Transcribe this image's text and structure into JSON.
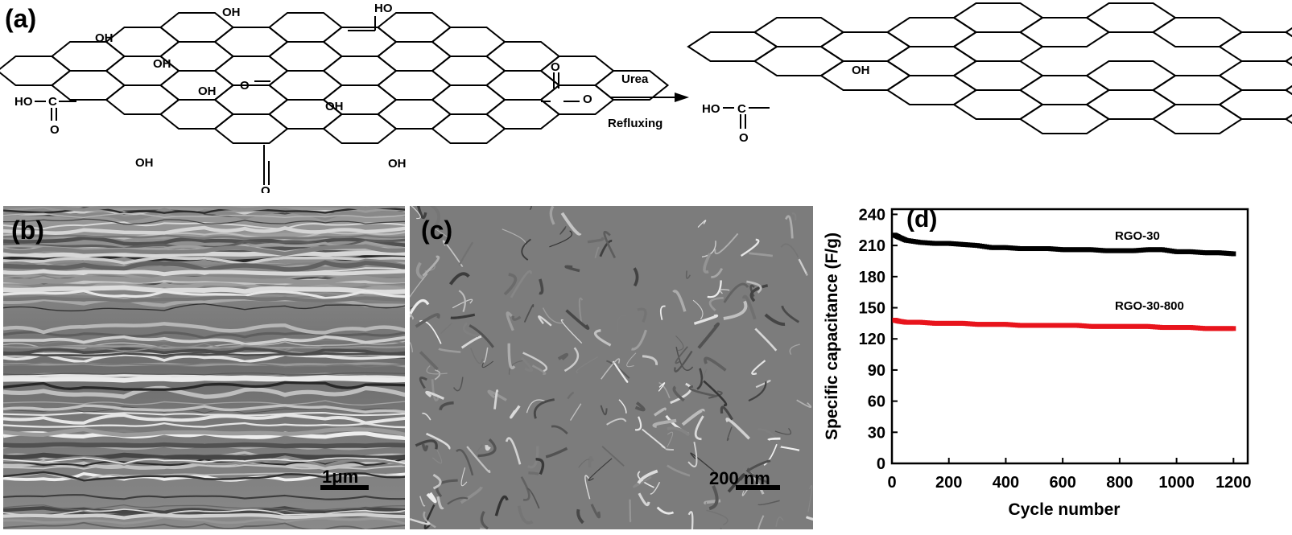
{
  "panels": {
    "a": {
      "label": "(a)"
    },
    "b": {
      "label": "(b)",
      "scale_bar": "1μm"
    },
    "c": {
      "label": "(c)",
      "scale_bar": "200 nm"
    },
    "d": {
      "label": "(d)"
    }
  },
  "scheme": {
    "arrow_top": "Urea",
    "arrow_bottom": "Refluxing",
    "go_groups": {
      "oh": "OH",
      "ho": "HO",
      "ho_c": "HO",
      "c": "C",
      "o": "O"
    },
    "rgo_groups": {
      "oh": "OH",
      "ho": "HO",
      "c": "C",
      "o": "O"
    }
  },
  "chart_data": {
    "type": "scatter",
    "xlabel": "Cycle number",
    "ylabel": "Specific capacitance (F/g)",
    "xlim": [
      0,
      1250
    ],
    "ylim": [
      0,
      245
    ],
    "xticks": [
      0,
      200,
      400,
      600,
      800,
      1000,
      1200
    ],
    "yticks": [
      0,
      30,
      60,
      90,
      120,
      150,
      180,
      210,
      240
    ],
    "series": [
      {
        "name": "RGO-30",
        "color": "#000000",
        "x": [
          10,
          25,
          50,
          100,
          150,
          200,
          250,
          300,
          350,
          400,
          450,
          500,
          550,
          600,
          650,
          700,
          750,
          800,
          850,
          900,
          950,
          1000,
          1050,
          1100,
          1150,
          1200
        ],
        "y": [
          220,
          218,
          215,
          213,
          212,
          212,
          211,
          210,
          208,
          208,
          207,
          207,
          207,
          206,
          206,
          206,
          205,
          205,
          205,
          206,
          206,
          204,
          204,
          203,
          203,
          202
        ]
      },
      {
        "name": "RGO-30-800",
        "color": "#e8141c",
        "x": [
          10,
          25,
          50,
          100,
          150,
          200,
          250,
          300,
          350,
          400,
          450,
          500,
          550,
          600,
          650,
          700,
          750,
          800,
          850,
          900,
          950,
          1000,
          1050,
          1100,
          1150,
          1200
        ],
        "y": [
          138,
          137,
          136,
          136,
          135,
          135,
          135,
          134,
          134,
          134,
          133,
          133,
          133,
          133,
          133,
          132,
          132,
          132,
          132,
          132,
          131,
          131,
          131,
          130,
          130,
          130
        ]
      }
    ]
  }
}
